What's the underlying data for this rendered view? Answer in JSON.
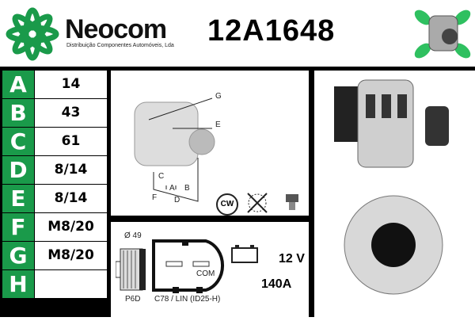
{
  "brand": {
    "name": "Neocom",
    "tagline": "Distribuição Componentes Automóveis, Lda"
  },
  "part_number": "12A1648",
  "specs": [
    {
      "label": "A",
      "value": "14"
    },
    {
      "label": "B",
      "value": "43"
    },
    {
      "label": "C",
      "value": "61"
    },
    {
      "label": "D",
      "value": "8/14"
    },
    {
      "label": "E",
      "value": "8/14"
    },
    {
      "label": "F",
      "value": "M8/20"
    },
    {
      "label": "G",
      "value": "M8/20"
    },
    {
      "label": "H",
      "value": ""
    }
  ],
  "diagram": {
    "labels": [
      "G",
      "E",
      "C",
      "A",
      "B",
      "F",
      "D"
    ],
    "rotation": "CW"
  },
  "connector": {
    "pulley_diameter": "Ø 49",
    "pulley_type": "P6D",
    "plug": "C78 / LIN (ID25-H)",
    "pin": "COM",
    "voltage": "12 V",
    "amperage": "140A"
  },
  "colors": {
    "brand_green": "#1a9a4a"
  }
}
